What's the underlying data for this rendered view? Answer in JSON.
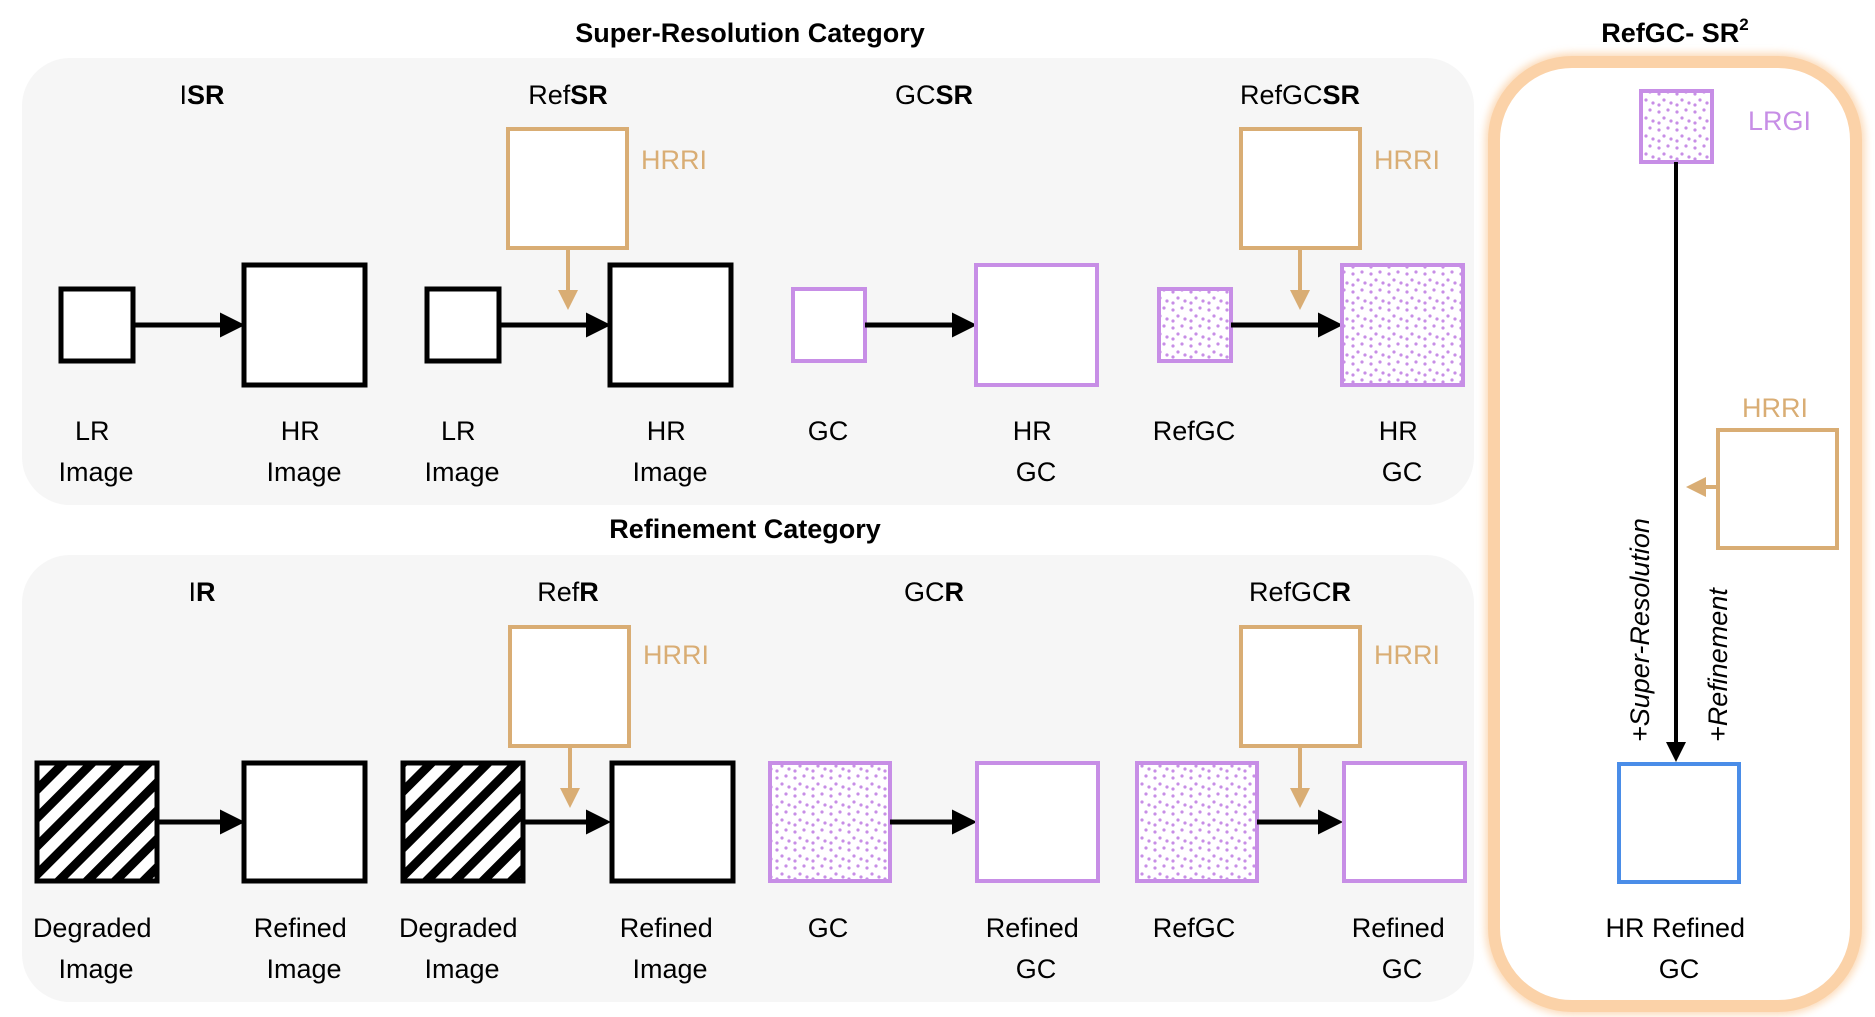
{
  "sr_section": {
    "title": "Super-Resolution Category",
    "panels": [
      {
        "heading_plain": "I",
        "heading_bold": "SR",
        "input_label": [
          "LR",
          "Image"
        ],
        "output_label": [
          "HR",
          "Image"
        ],
        "ref_label": ""
      },
      {
        "heading_plain": "Ref",
        "heading_bold": "SR",
        "input_label": [
          "LR",
          "Image"
        ],
        "output_label": [
          "HR",
          "Image"
        ],
        "ref_label": "HRRI"
      },
      {
        "heading_plain": "GC",
        "heading_bold": "SR",
        "input_label": [
          "GC"
        ],
        "output_label": [
          "HR",
          "GC"
        ],
        "ref_label": ""
      },
      {
        "heading_plain": "RefGC",
        "heading_bold": "SR",
        "input_label": [
          "RefGC"
        ],
        "output_label": [
          "HR",
          "GC"
        ],
        "ref_label": "HRRI"
      }
    ]
  },
  "ref_section": {
    "title": "Refinement Category",
    "panels": [
      {
        "heading_plain": "I",
        "heading_bold": "R",
        "input_label": [
          "Degraded",
          "Image"
        ],
        "output_label": [
          "Refined",
          "Image"
        ],
        "ref_label": ""
      },
      {
        "heading_plain": "Ref",
        "heading_bold": "R",
        "input_label": [
          "Degraded",
          "Image"
        ],
        "output_label": [
          "Refined",
          "Image"
        ],
        "ref_label": "HRRI"
      },
      {
        "heading_plain": "GC",
        "heading_bold": "R",
        "input_label": [
          "GC"
        ],
        "output_label": [
          "Refined",
          "GC"
        ],
        "ref_label": ""
      },
      {
        "heading_plain": "RefGC",
        "heading_bold": "R",
        "input_label": [
          "RefGC"
        ],
        "output_label": [
          "Refined",
          "GC"
        ],
        "ref_label": "HRRI"
      }
    ]
  },
  "method": {
    "title_main": "RefGC- SR",
    "title_sup": "2",
    "input_label": "LRGI",
    "ref_label": "HRRI",
    "step_super_resolution": "+Super-Resolution",
    "step_refinement": "+Refinement",
    "output_label": [
      "HR Refined",
      "GC"
    ]
  },
  "colors": {
    "reference_box": "#d9ad74",
    "graph_box": "#c78ee6",
    "output_box": "#4a8de8",
    "highlight_frame": "#fbd2a8",
    "panel_bg": "#f6f6f6"
  }
}
